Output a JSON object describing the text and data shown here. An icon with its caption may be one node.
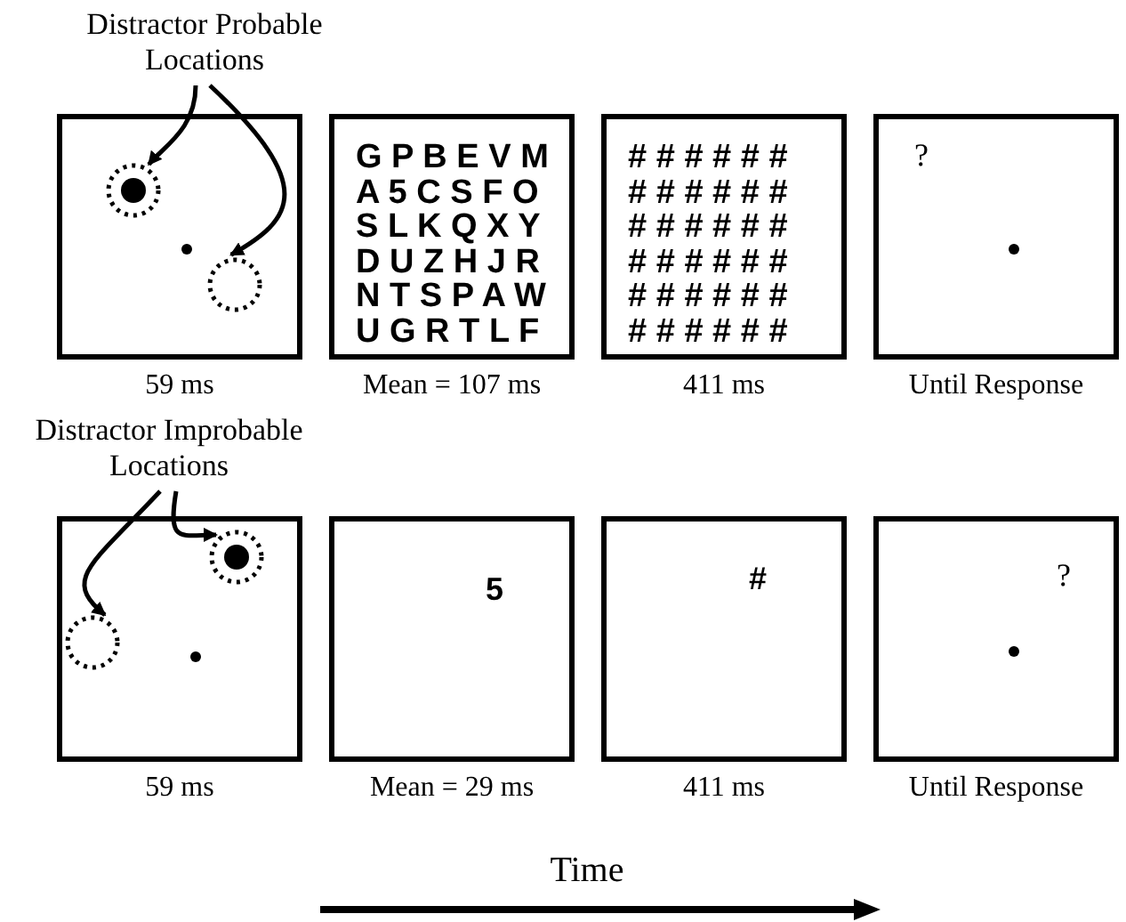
{
  "diagram": {
    "nodes": [
      {
        "text": [
          "Distractor Probable Locations"
        ]
      },
      {
        "text": [],
        "shape": "box",
        "beside": [
          "59 ms"
        ]
      },
      {
        "text": [],
        "shape": "circle",
        "in": 1
      },
      {
        "text": [],
        "shape": "circle",
        "in": 1
      },
      {
        "text": [
          "G P B E V M",
          "A 5 C S F O",
          "S L K Q X Y",
          "D U Z H J R",
          "N T S P A W",
          "U G R T L F"
        ],
        "beside": [
          "Mean = 107 ms"
        ]
      },
      {
        "text": [
          "# # # # # #",
          "# # # # # #",
          "# # # # # #",
          "# # # # # #",
          "# # # # # #",
          "# # # # # #"
        ],
        "beside": [
          "411 ms"
        ]
      },
      {
        "text": [
          "?"
        ],
        "beside": [
          "Until Response"
        ]
      },
      {
        "text": [
          "Distractor Improbable Locations"
        ]
      },
      {
        "text": [],
        "shape": "box",
        "beside": [
          "59 ms"
        ]
      },
      {
        "text": [],
        "shape": "circle",
        "in": 8
      },
      {
        "text": [],
        "shape": "circle",
        "in": 8
      },
      {
        "text": [
          "5"
        ],
        "beside": [
          "Mean = 29 ms"
        ]
      },
      {
        "text": [
          "#"
        ],
        "beside": [
          "411 ms"
        ]
      },
      {
        "text": [
          "?"
        ],
        "beside": [
          "Until Response"
        ]
      }
    ],
    "edges": [
      {
        "from": 0,
        "to": 2,
        "arrow": "to"
      },
      {
        "from": 0,
        "to": 3,
        "arrow": "to"
      },
      {
        "from": 7,
        "to": 9,
        "arrow": "to"
      },
      {
        "from": 7,
        "to": 10,
        "arrow": "to"
      }
    ],
    "labels": [
      "Time"
    ]
  }
}
